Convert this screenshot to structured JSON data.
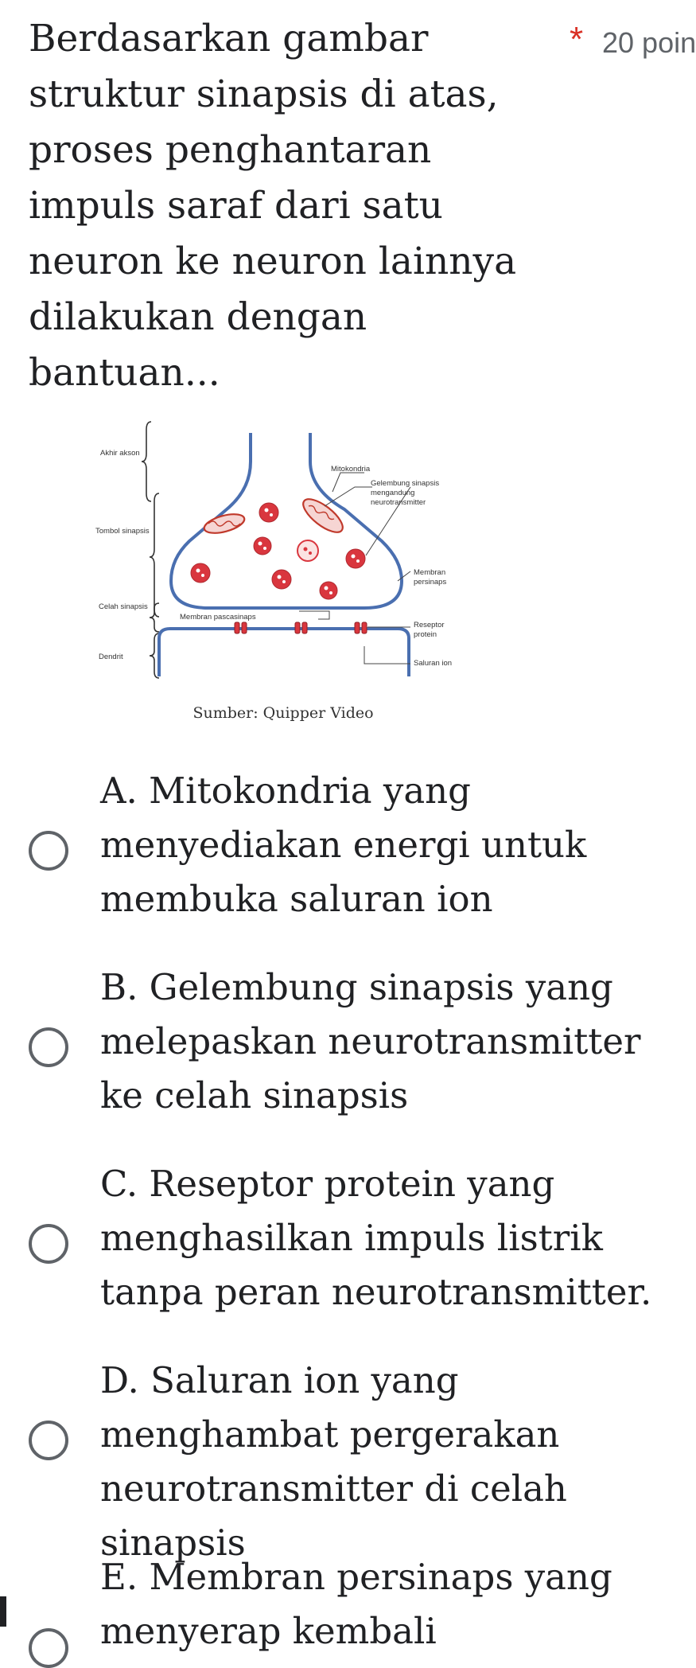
{
  "question": {
    "text": "Berdasarkan gambar struktur sinapsis di atas, proses penghantaran impuls saraf dari satu neuron ke neuron lainnya dilakukan dengan bantuan...",
    "required_mark": "*",
    "points": "20 poin"
  },
  "figure": {
    "labels_left": [
      "Akhir akson",
      "Tombol sinapsis",
      "Celah sinapsis",
      "Dendrit"
    ],
    "labels_right": [
      "Mitokondria",
      "Gelembung sinapsis mengandung neurotransmitter",
      "Membran persinaps",
      "Reseptor protein",
      "Saluran ion"
    ],
    "label_membrane_post": "Membran pascasinaps",
    "caption": "Sumber: Quipper Video",
    "colors": {
      "membrane": "#4a6fb0",
      "vesicle": "#d9363e",
      "mitochondria": "#c0392b"
    }
  },
  "options": [
    {
      "letter_text": "A. Mitokondria yang menyediakan energi untuk membuka saluran ion"
    },
    {
      "letter_text": "B. Gelembung sinapsis yang melepaskan neurotransmitter ke celah sinapsis"
    },
    {
      "letter_text": "C. Reseptor protein yang menghasilkan impuls listrik tanpa peran neurotransmitter."
    },
    {
      "letter_text": "D. Saluran ion yang menghambat pergerakan neurotransmitter di celah sinapsis"
    },
    {
      "letter_text": "E. Membran persinaps yang menyerap kembali"
    }
  ]
}
